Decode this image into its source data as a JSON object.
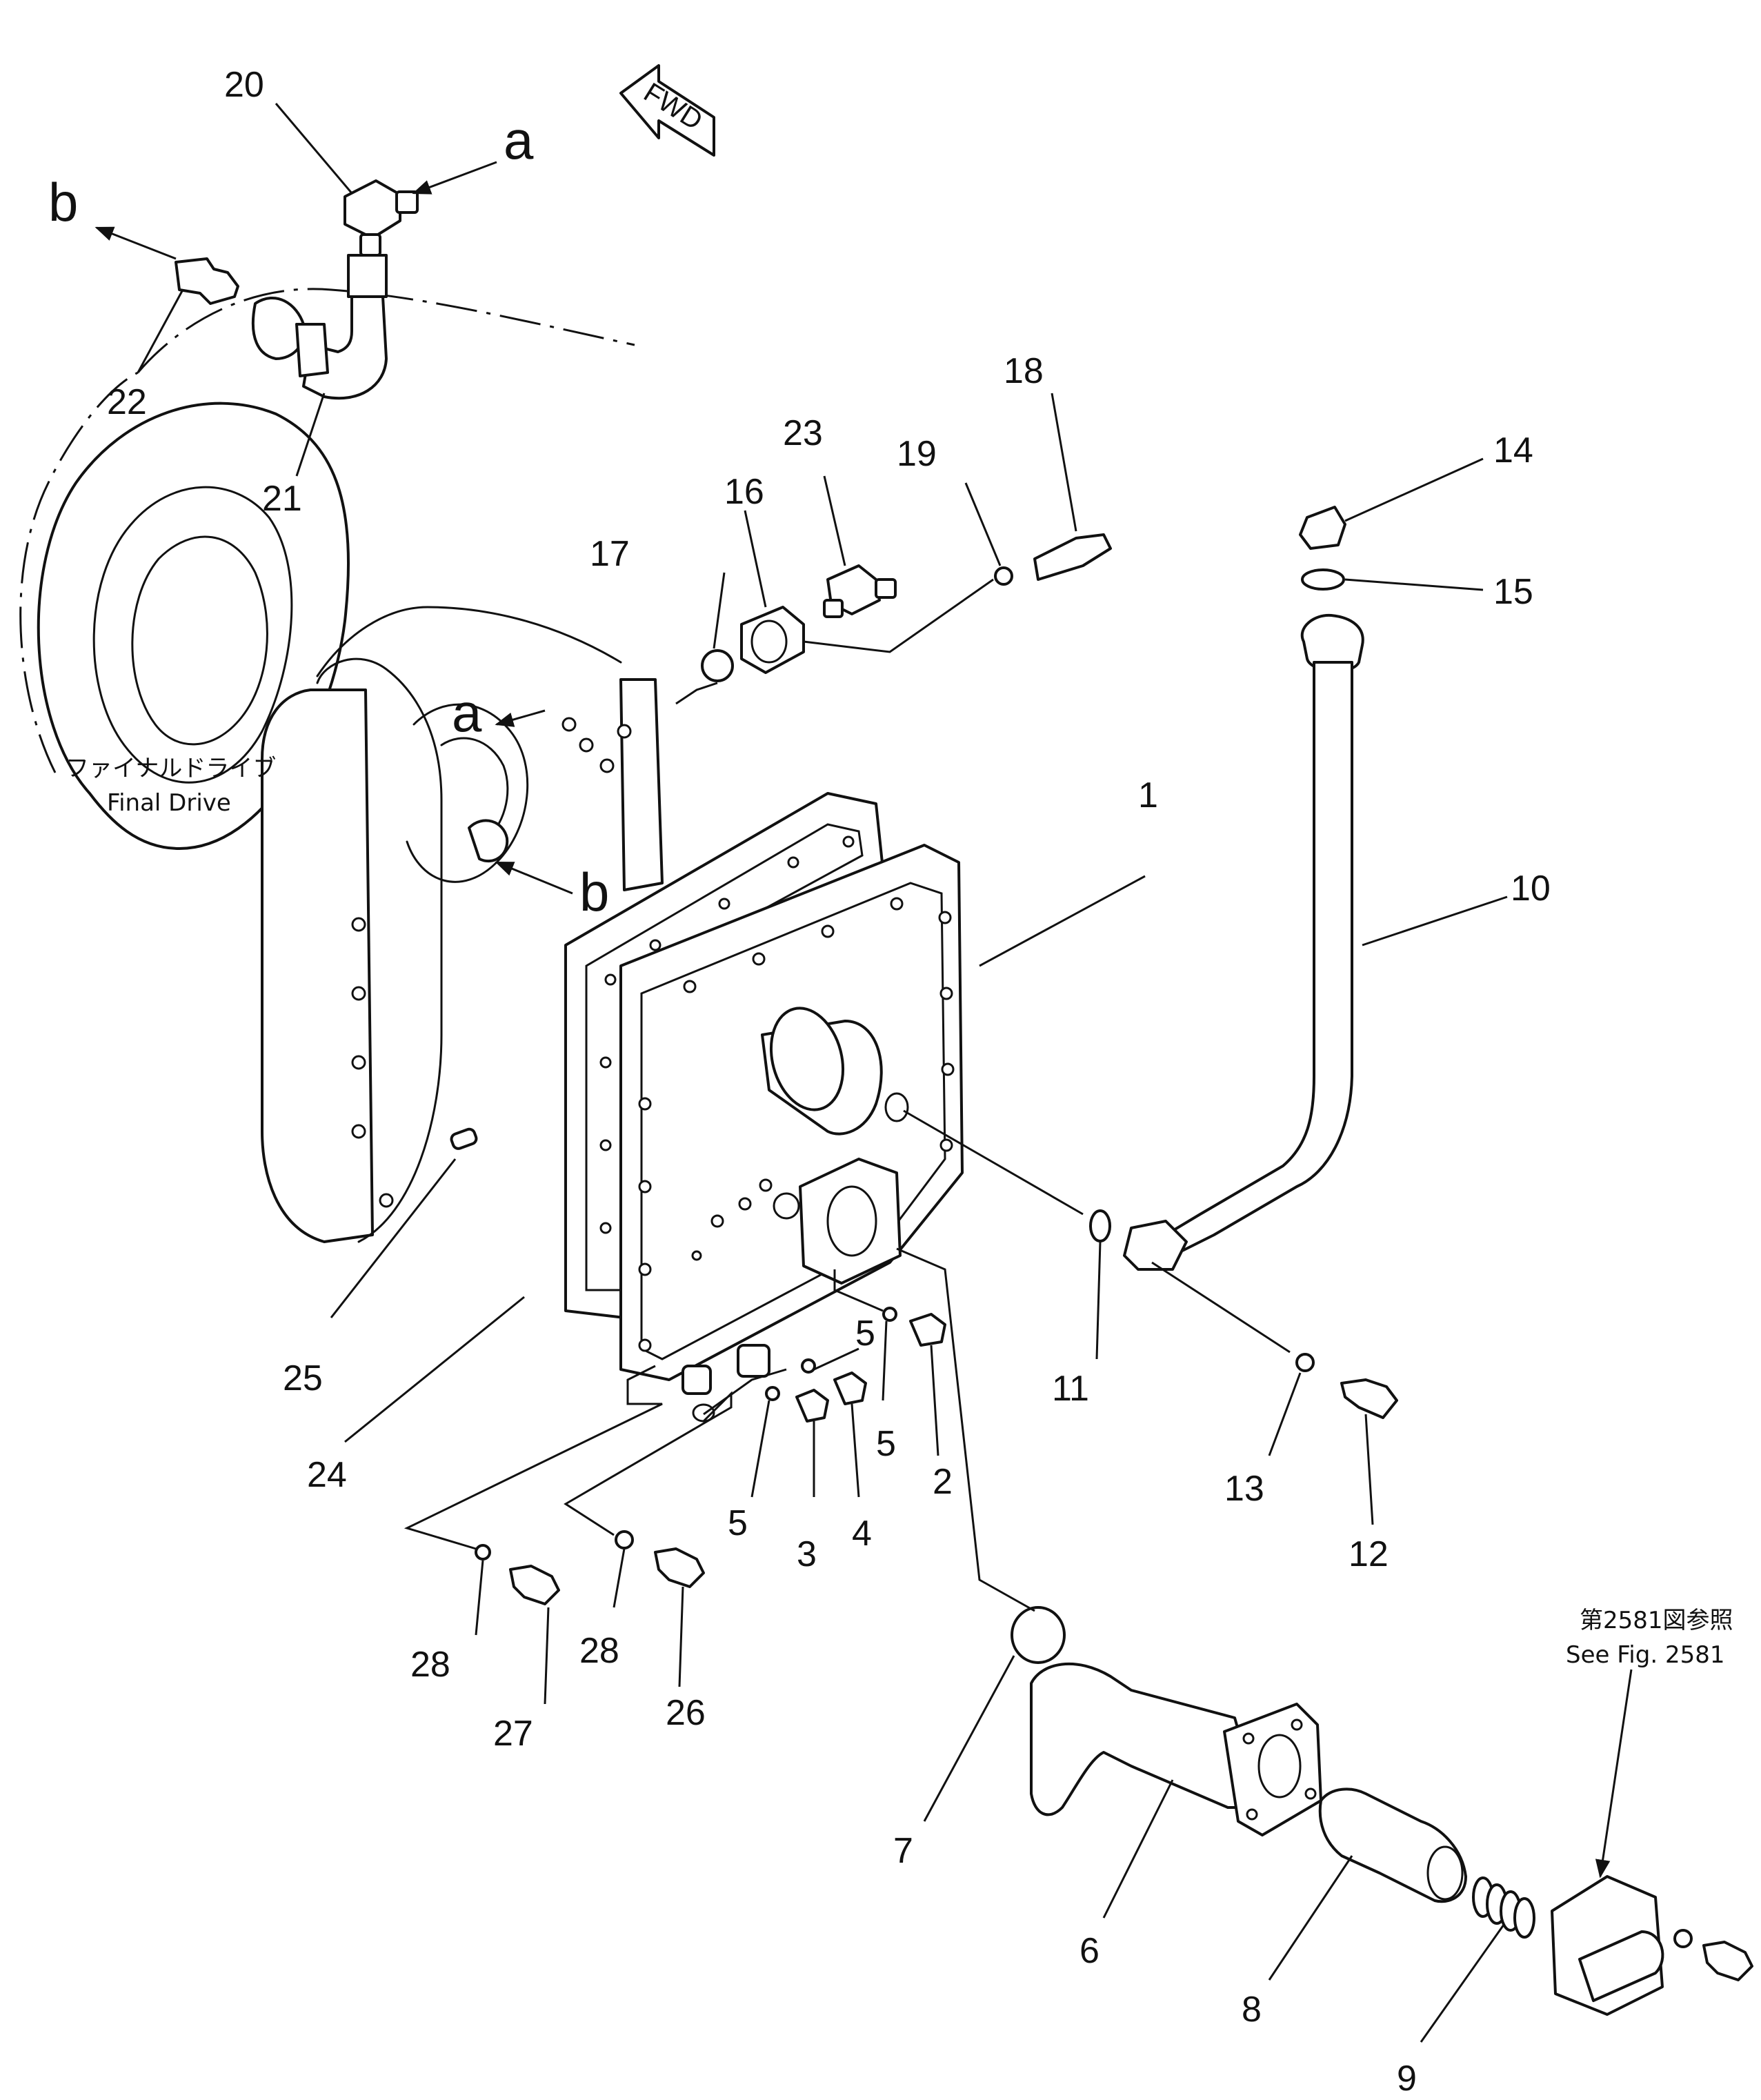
{
  "figure": {
    "fwd_mark": "FWD",
    "notes": {
      "final_drive_jp": "ファイナルドライブ",
      "final_drive_en": "Final Drive",
      "ref_jp": "第2581図参照",
      "ref_en": "See Fig. 2581"
    },
    "connection_letters": {
      "a_top": "a",
      "b_top": "b",
      "a_housing": "a",
      "b_housing": "b"
    },
    "callouts": [
      {
        "id": "c1",
        "text": "1"
      },
      {
        "id": "c2",
        "text": "2"
      },
      {
        "id": "c3",
        "text": "3"
      },
      {
        "id": "c4",
        "text": "4"
      },
      {
        "id": "c5a",
        "text": "5"
      },
      {
        "id": "c5b",
        "text": "5"
      },
      {
        "id": "c5c",
        "text": "5"
      },
      {
        "id": "c6",
        "text": "6"
      },
      {
        "id": "c7",
        "text": "7"
      },
      {
        "id": "c8",
        "text": "8"
      },
      {
        "id": "c9",
        "text": "9"
      },
      {
        "id": "c10",
        "text": "10"
      },
      {
        "id": "c11",
        "text": "11"
      },
      {
        "id": "c12",
        "text": "12"
      },
      {
        "id": "c13",
        "text": "13"
      },
      {
        "id": "c14",
        "text": "14"
      },
      {
        "id": "c15",
        "text": "15"
      },
      {
        "id": "c16",
        "text": "16"
      },
      {
        "id": "c17",
        "text": "17"
      },
      {
        "id": "c18",
        "text": "18"
      },
      {
        "id": "c19",
        "text": "19"
      },
      {
        "id": "c20",
        "text": "20"
      },
      {
        "id": "c21",
        "text": "21"
      },
      {
        "id": "c22",
        "text": "22"
      },
      {
        "id": "c23",
        "text": "23"
      },
      {
        "id": "c24",
        "text": "24"
      },
      {
        "id": "c25",
        "text": "25"
      },
      {
        "id": "c26",
        "text": "26"
      },
      {
        "id": "c27",
        "text": "27"
      },
      {
        "id": "c28a",
        "text": "28"
      },
      {
        "id": "c28b",
        "text": "28"
      }
    ]
  }
}
